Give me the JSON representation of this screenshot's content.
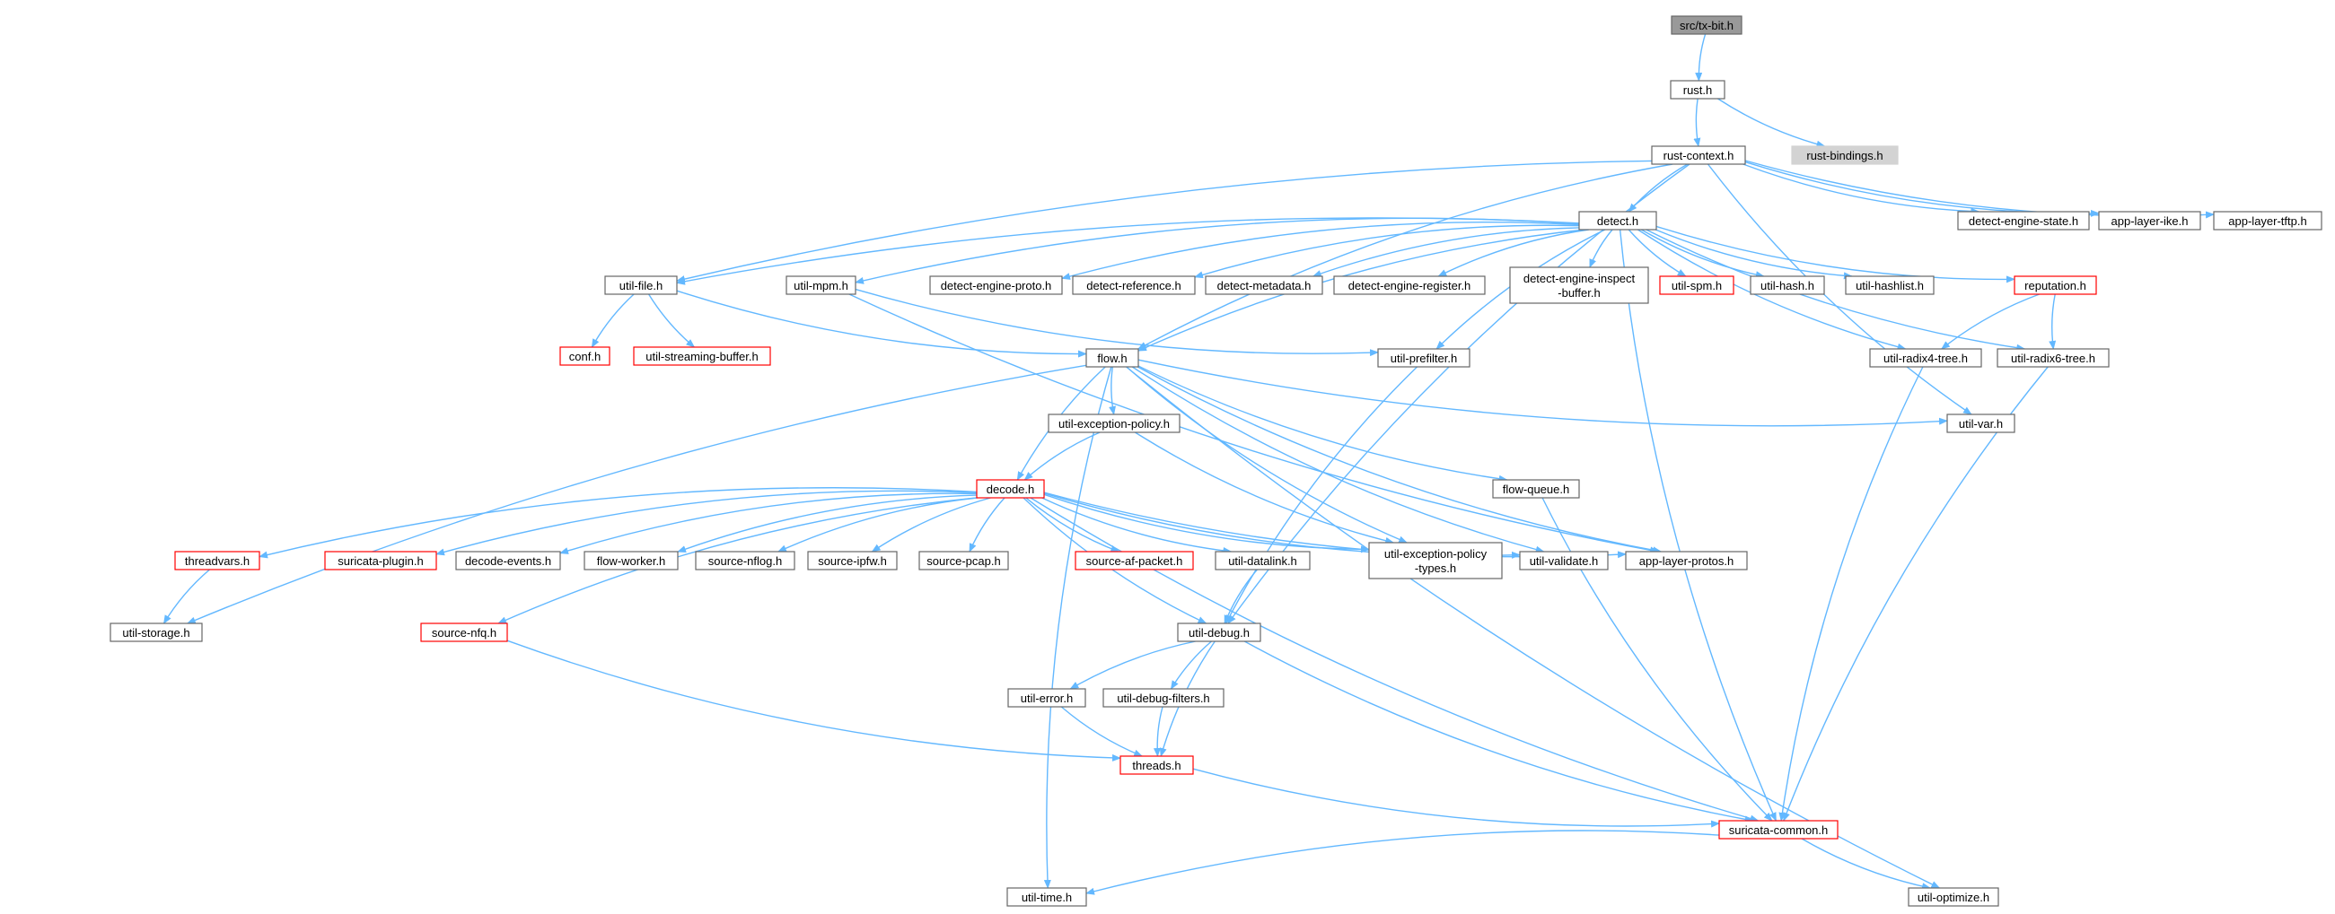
{
  "colors": {
    "edge": "#63b8ff",
    "node_border": "#666666",
    "node_fill": "#ffffff",
    "root_fill": "#999999",
    "external_fill": "#d3d3d3",
    "truncated_border": "#ff0000",
    "text": "#000000"
  },
  "nodes": {
    "src_tx_bit_h": {
      "label": "src/tx-bit.h",
      "style": "root"
    },
    "rust_h": {
      "label": "rust.h",
      "style": "normal"
    },
    "rust_context_h": {
      "label": "rust-context.h",
      "style": "normal"
    },
    "rust_bindings_h": {
      "label": "rust-bindings.h",
      "style": "external"
    },
    "detect_h": {
      "label": "detect.h",
      "style": "normal"
    },
    "detect_engine_state_h": {
      "label": "detect-engine-state.h",
      "style": "normal"
    },
    "app_layer_ike_h": {
      "label": "app-layer-ike.h",
      "style": "normal"
    },
    "app_layer_tftp_h": {
      "label": "app-layer-tftp.h",
      "style": "normal"
    },
    "util_file_h": {
      "label": "util-file.h",
      "style": "normal"
    },
    "util_mpm_h": {
      "label": "util-mpm.h",
      "style": "normal"
    },
    "detect_engine_proto_h": {
      "label": "detect-engine-proto.h",
      "style": "normal"
    },
    "detect_reference_h": {
      "label": "detect-reference.h",
      "style": "normal"
    },
    "detect_metadata_h": {
      "label": "detect-metadata.h",
      "style": "normal"
    },
    "detect_engine_register_h": {
      "label": "detect-engine-register.h",
      "style": "normal"
    },
    "detect_engine_inspect_buffer_h": {
      "label": "detect-engine-inspect\n-buffer.h",
      "style": "normal"
    },
    "util_spm_h": {
      "label": "util-spm.h",
      "style": "truncated"
    },
    "util_hash_h": {
      "label": "util-hash.h",
      "style": "normal"
    },
    "util_hashlist_h": {
      "label": "util-hashlist.h",
      "style": "normal"
    },
    "reputation_h": {
      "label": "reputation.h",
      "style": "truncated"
    },
    "conf_h": {
      "label": "conf.h",
      "style": "truncated"
    },
    "util_streaming_buffer_h": {
      "label": "util-streaming-buffer.h",
      "style": "truncated"
    },
    "flow_h": {
      "label": "flow.h",
      "style": "normal"
    },
    "util_prefilter_h": {
      "label": "util-prefilter.h",
      "style": "normal"
    },
    "util_radix4_tree_h": {
      "label": "util-radix4-tree.h",
      "style": "normal"
    },
    "util_radix6_tree_h": {
      "label": "util-radix6-tree.h",
      "style": "normal"
    },
    "util_exception_policy_h": {
      "label": "util-exception-policy.h",
      "style": "normal"
    },
    "util_var_h": {
      "label": "util-var.h",
      "style": "normal"
    },
    "decode_h": {
      "label": "decode.h",
      "style": "truncated"
    },
    "flow_queue_h": {
      "label": "flow-queue.h",
      "style": "normal"
    },
    "threadvars_h": {
      "label": "threadvars.h",
      "style": "truncated"
    },
    "suricata_plugin_h": {
      "label": "suricata-plugin.h",
      "style": "truncated"
    },
    "decode_events_h": {
      "label": "decode-events.h",
      "style": "normal"
    },
    "flow_worker_h": {
      "label": "flow-worker.h",
      "style": "normal"
    },
    "source_nflog_h": {
      "label": "source-nflog.h",
      "style": "normal"
    },
    "source_ipfw_h": {
      "label": "source-ipfw.h",
      "style": "normal"
    },
    "source_pcap_h": {
      "label": "source-pcap.h",
      "style": "normal"
    },
    "source_af_packet_h": {
      "label": "source-af-packet.h",
      "style": "truncated"
    },
    "util_datalink_h": {
      "label": "util-datalink.h",
      "style": "normal"
    },
    "util_exception_policy_types_h": {
      "label": "util-exception-policy\n-types.h",
      "style": "normal"
    },
    "util_validate_h": {
      "label": "util-validate.h",
      "style": "normal"
    },
    "app_layer_protos_h": {
      "label": "app-layer-protos.h",
      "style": "normal"
    },
    "util_storage_h": {
      "label": "util-storage.h",
      "style": "normal"
    },
    "source_nfq_h": {
      "label": "source-nfq.h",
      "style": "truncated"
    },
    "util_debug_h": {
      "label": "util-debug.h",
      "style": "normal"
    },
    "util_error_h": {
      "label": "util-error.h",
      "style": "normal"
    },
    "util_debug_filters_h": {
      "label": "util-debug-filters.h",
      "style": "normal"
    },
    "threads_h": {
      "label": "threads.h",
      "style": "truncated"
    },
    "suricata_common_h": {
      "label": "suricata-common.h",
      "style": "truncated"
    },
    "util_time_h": {
      "label": "util-time.h",
      "style": "normal"
    },
    "util_optimize_h": {
      "label": "util-optimize.h",
      "style": "normal"
    }
  },
  "edges": [
    [
      "src_tx_bit_h",
      "rust_h"
    ],
    [
      "rust_h",
      "rust_context_h"
    ],
    [
      "rust_h",
      "rust_bindings_h"
    ],
    [
      "rust_context_h",
      "detect_h"
    ],
    [
      "rust_context_h",
      "detect_engine_state_h"
    ],
    [
      "rust_context_h",
      "app_layer_ike_h"
    ],
    [
      "rust_context_h",
      "app_layer_tftp_h"
    ],
    [
      "rust_context_h",
      "util_file_h"
    ],
    [
      "rust_context_h",
      "flow_h"
    ],
    [
      "rust_context_h",
      "util_debug_h"
    ],
    [
      "rust_context_h",
      "util_var_h"
    ],
    [
      "detect_h",
      "util_file_h"
    ],
    [
      "detect_h",
      "util_mpm_h"
    ],
    [
      "detect_h",
      "detect_engine_proto_h"
    ],
    [
      "detect_h",
      "detect_reference_h"
    ],
    [
      "detect_h",
      "detect_metadata_h"
    ],
    [
      "detect_h",
      "detect_engine_register_h"
    ],
    [
      "detect_h",
      "detect_engine_inspect_buffer_h"
    ],
    [
      "detect_h",
      "util_spm_h"
    ],
    [
      "detect_h",
      "util_hash_h"
    ],
    [
      "detect_h",
      "util_hashlist_h"
    ],
    [
      "detect_h",
      "reputation_h"
    ],
    [
      "detect_h",
      "flow_h"
    ],
    [
      "detect_h",
      "util_prefilter_h"
    ],
    [
      "detect_h",
      "util_radix4_tree_h"
    ],
    [
      "detect_h",
      "util_radix6_tree_h"
    ],
    [
      "detect_h",
      "suricata_common_h"
    ],
    [
      "util_file_h",
      "conf_h"
    ],
    [
      "util_file_h",
      "util_streaming_buffer_h"
    ],
    [
      "util_file_h",
      "flow_h"
    ],
    [
      "util_mpm_h",
      "util_prefilter_h"
    ],
    [
      "util_mpm_h",
      "app_layer_protos_h"
    ],
    [
      "reputation_h",
      "util_radix4_tree_h"
    ],
    [
      "reputation_h",
      "util_radix6_tree_h"
    ],
    [
      "util_prefilter_h",
      "util_debug_h"
    ],
    [
      "util_radix4_tree_h",
      "suricata_common_h"
    ],
    [
      "util_radix6_tree_h",
      "suricata_common_h"
    ],
    [
      "flow_h",
      "util_exception_policy_h"
    ],
    [
      "flow_h",
      "decode_h"
    ],
    [
      "flow_h",
      "util_var_h"
    ],
    [
      "flow_h",
      "flow_queue_h"
    ],
    [
      "flow_h",
      "util_storage_h"
    ],
    [
      "flow_h",
      "util_time_h"
    ],
    [
      "flow_h",
      "util_optimize_h"
    ],
    [
      "flow_h",
      "util_exception_policy_types_h"
    ],
    [
      "flow_h",
      "util_validate_h"
    ],
    [
      "flow_h",
      "app_layer_protos_h"
    ],
    [
      "util_exception_policy_h",
      "decode_h"
    ],
    [
      "util_exception_policy_h",
      "util_exception_policy_types_h"
    ],
    [
      "decode_h",
      "threadvars_h"
    ],
    [
      "decode_h",
      "suricata_plugin_h"
    ],
    [
      "decode_h",
      "decode_events_h"
    ],
    [
      "decode_h",
      "flow_worker_h"
    ],
    [
      "decode_h",
      "source_nflog_h"
    ],
    [
      "decode_h",
      "source_ipfw_h"
    ],
    [
      "decode_h",
      "source_pcap_h"
    ],
    [
      "decode_h",
      "source_af_packet_h"
    ],
    [
      "decode_h",
      "util_datalink_h"
    ],
    [
      "decode_h",
      "util_exception_policy_types_h"
    ],
    [
      "decode_h",
      "util_validate_h"
    ],
    [
      "decode_h",
      "app_layer_protos_h"
    ],
    [
      "decode_h",
      "source_nfq_h"
    ],
    [
      "decode_h",
      "util_debug_h"
    ],
    [
      "decode_h",
      "suricata_common_h"
    ],
    [
      "flow_queue_h",
      "suricata_common_h"
    ],
    [
      "threadvars_h",
      "util_storage_h"
    ],
    [
      "util_datalink_h",
      "util_debug_h"
    ],
    [
      "source_nfq_h",
      "threads_h"
    ],
    [
      "util_debug_h",
      "util_error_h"
    ],
    [
      "util_debug_h",
      "util_debug_filters_h"
    ],
    [
      "util_debug_h",
      "threads_h"
    ],
    [
      "util_debug_h",
      "suricata_common_h"
    ],
    [
      "util_error_h",
      "threads_h"
    ],
    [
      "util_debug_filters_h",
      "threads_h"
    ],
    [
      "threads_h",
      "suricata_common_h"
    ],
    [
      "suricata_common_h",
      "util_time_h"
    ],
    [
      "suricata_common_h",
      "util_optimize_h"
    ]
  ]
}
